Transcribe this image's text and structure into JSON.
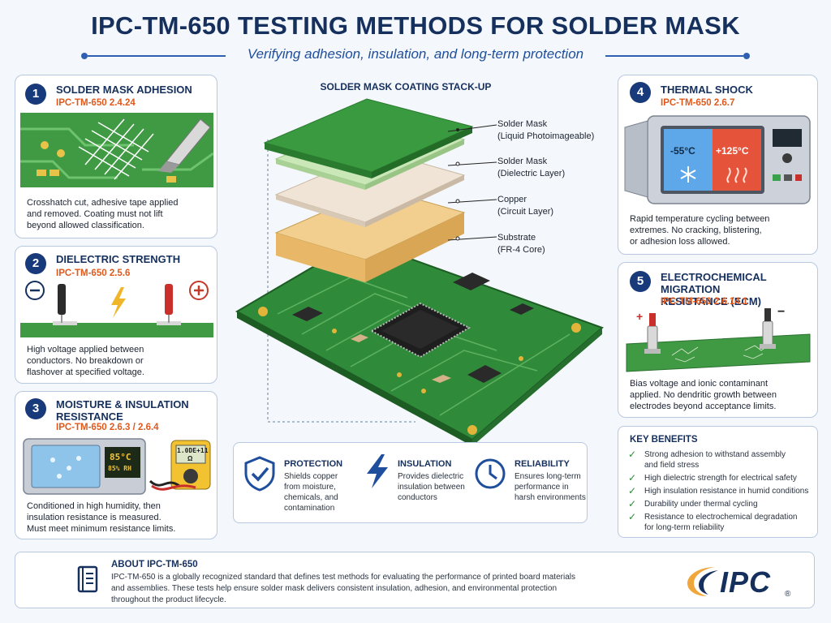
{
  "header": {
    "title": "IPC-TM-650 TESTING METHODS FOR SOLDER MASK",
    "subtitle": "Verifying adhesion, insulation, and long-term protection"
  },
  "cards": [
    {
      "num": "1",
      "title": "SOLDER MASK ADHESION",
      "code": "IPC-TM-650 2.4.24",
      "desc": [
        "Crosshatch cut, adhesive tape applied",
        "and removed. Coating must not lift",
        "beyond allowed classification."
      ]
    },
    {
      "num": "2",
      "title": "DIELECTRIC STRENGTH",
      "code": "IPC-TM-650 2.5.6",
      "desc": [
        "High voltage applied between",
        "conductors. No breakdown or",
        "flashover at specified voltage."
      ]
    },
    {
      "num": "3",
      "title": [
        "MOISTURE & INSULATION",
        "RESISTANCE"
      ],
      "code": "IPC-TM-650 2.6.3 / 2.6.4",
      "desc": [
        "Conditioned in high humidity, then",
        "insulation resistance is measured.",
        "Must meet minimum resistance limits."
      ],
      "chamber_temp": "85°C",
      "chamber_rh": "85% RH",
      "meter_value": "1.0DE+11",
      "meter_unit": "Ω"
    },
    {
      "num": "4",
      "title": "THERMAL SHOCK",
      "code": "IPC-TM-650 2.6.7",
      "desc": [
        "Rapid temperature cycling between",
        "extremes. No cracking, blistering,",
        "or adhesion loss allowed."
      ],
      "cold": "-55°C",
      "hot": "+125°C"
    },
    {
      "num": "5",
      "title": [
        "ELECTROCHEMICAL MIGRATION",
        "RESISTANCE (ECM)"
      ],
      "code": "IPC-TM-650 2.6.14.1",
      "desc": [
        "Bias voltage and ionic contaminant",
        "applied. No dendritic growth between",
        "electrodes beyond acceptance limits."
      ],
      "plus": "+",
      "minus": "−"
    }
  ],
  "stack": {
    "title": "SOLDER MASK COATING STACK-UP",
    "layers": [
      {
        "name": "Solder Mask",
        "sub": "(Liquid Photoimageable)",
        "color": "#3a9a3f"
      },
      {
        "name": "Solder Mask",
        "sub": "(Dielectric Layer)",
        "color": "#c9e7b7"
      },
      {
        "name": "Copper",
        "sub": "(Circuit Layer)",
        "color": "#efe4d6"
      },
      {
        "name": "Substrate",
        "sub": "(FR-4 Core)",
        "color": "#f2cf8e"
      }
    ]
  },
  "benefits_bar": [
    {
      "icon": "shield-check-icon",
      "title": "PROTECTION",
      "text": [
        "Shields copper",
        "from moisture,",
        "chemicals, and",
        "contamination"
      ]
    },
    {
      "icon": "lightning-icon",
      "title": "INSULATION",
      "text": [
        "Provides dielectric",
        "insulation between",
        "conductors"
      ]
    },
    {
      "icon": "clock-icon",
      "title": "RELIABILITY",
      "text": [
        "Ensures long-term",
        "performance in",
        "harsh environments"
      ]
    }
  ],
  "key_benefits": {
    "title": "KEY BENEFITS",
    "items": [
      [
        "Strong adhesion to withstand assembly",
        "and field stress"
      ],
      [
        "High dielectric strength for electrical safety"
      ],
      [
        "High insulation resistance in humid conditions"
      ],
      [
        "Durability under thermal cycling"
      ],
      [
        "Resistance to electrochemical degradation",
        "for long-term reliability"
      ]
    ]
  },
  "about": {
    "title": "ABOUT IPC-TM-650",
    "text": [
      "IPC-TM-650 is a globally recognized standard that defines test methods for evaluating the performance of printed board materials",
      "and assemblies. These tests help ensure solder mask delivers consistent insulation, adhesion, and environmental protection",
      "throughout the product lifecycle."
    ],
    "logo_text": "IPC",
    "logo_mark": "®"
  },
  "colors": {
    "navy": "#16305e",
    "orange": "#e0591c",
    "pcb_green": "#2f8a3a",
    "accent_blue": "#2f5fb0"
  }
}
